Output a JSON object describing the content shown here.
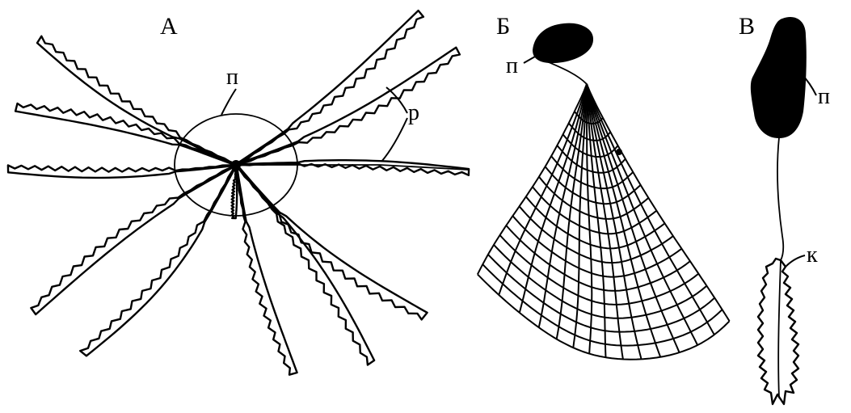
{
  "panels": [
    {
      "letter": "А",
      "labels": {
        "seed": "п",
        "rays": "р"
      }
    },
    {
      "letter": "Б",
      "labels": {
        "seed": "п"
      }
    },
    {
      "letter": "В",
      "labels": {
        "seed": "п",
        "tuft": "к"
      }
    }
  ]
}
